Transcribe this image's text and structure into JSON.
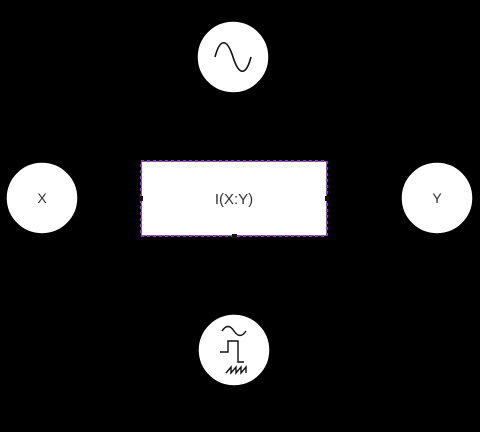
{
  "diagram": {
    "nodes": {
      "x": {
        "label": "X"
      },
      "y": {
        "label": "Y"
      },
      "mutual_information": {
        "label": "I(X:Y)"
      },
      "sine_source": {
        "icon": "sine-wave-icon"
      },
      "multi_wave_source": {
        "icon": "multi-waveform-icon"
      }
    },
    "colors": {
      "background": "#000000",
      "node_fill": "#ffffff",
      "node_stroke": "#000000",
      "text": "#333333",
      "selection_outline": "#9933cc"
    }
  }
}
